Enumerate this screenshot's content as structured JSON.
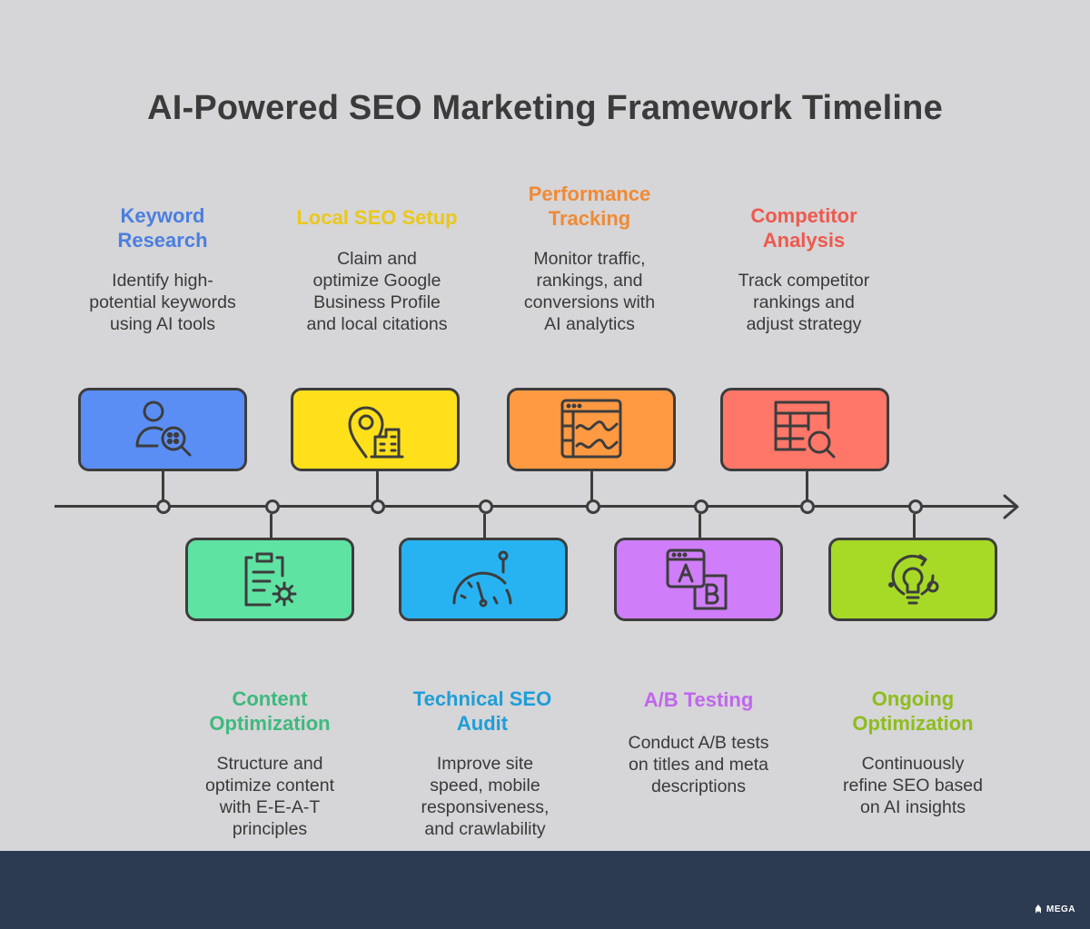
{
  "title": "AI-Powered SEO Marketing Framework Timeline",
  "colors": {
    "line": "#3d3d3d",
    "footer": "#2c3a52"
  },
  "steps": [
    {
      "title": "Keyword\nResearch",
      "description": "Identify high-\npotential keywords\nusing AI tools",
      "title_color": "#4a7fe0",
      "card_color": "#5b8ef5",
      "icon": "user-search-icon"
    },
    {
      "title": "Content\nOptimization",
      "description": "Structure and\noptimize content\nwith E-E-A-T\nprinciples",
      "title_color": "#3dba7e",
      "card_color": "#5fe3a3",
      "icon": "clipboard-gear-icon"
    },
    {
      "title": "Local SEO Setup",
      "description": "Claim and\noptimize Google\nBusiness Profile\nand local citations",
      "title_color": "#eac81c",
      "card_color": "#ffe01a",
      "icon": "location-building-icon"
    },
    {
      "title": "Technical SEO\nAudit",
      "description": "Improve site\nspeed, mobile\nresponsiveness,\nand crawlability",
      "title_color": "#1e9ed8",
      "card_color": "#27b3f2",
      "icon": "speedometer-icon"
    },
    {
      "title": "Performance\nTracking",
      "description": "Monitor traffic,\nrankings, and\nconversions with\nAI analytics",
      "title_color": "#ef8a35",
      "card_color": "#ff9a42",
      "icon": "analytics-window-icon"
    },
    {
      "title": "A/B Testing",
      "description": "Conduct A/B tests\non titles and meta\ndescriptions",
      "title_color": "#c066ee",
      "card_color": "#cf7df8",
      "icon": "ab-test-icon"
    },
    {
      "title": "Competitor\nAnalysis",
      "description": "Track competitor\nrankings and\nadjust strategy",
      "title_color": "#ed5a4e",
      "card_color": "#ff7769",
      "icon": "table-search-icon"
    },
    {
      "title": "Ongoing\nOptimization",
      "description": "Continuously\nrefine SEO based\non AI insights",
      "title_color": "#8dbd1d",
      "card_color": "#a6da26",
      "icon": "lightbulb-cycle-icon"
    }
  ],
  "brand": "MEGA"
}
